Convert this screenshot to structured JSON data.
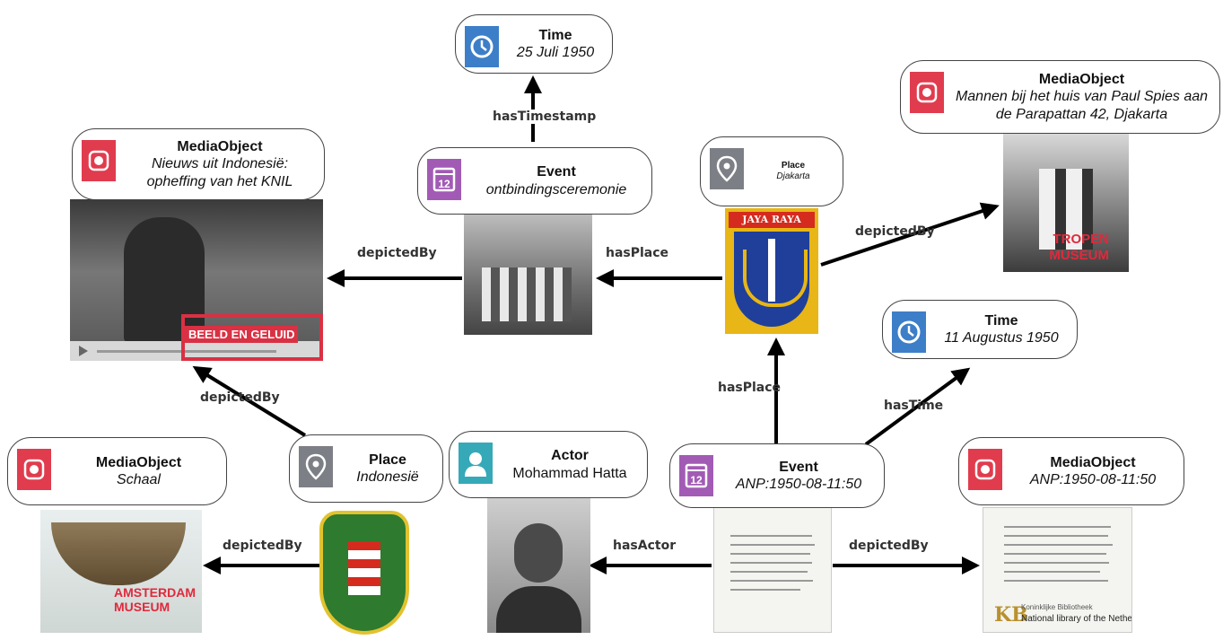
{
  "nodes": {
    "time_top": {
      "type": "Time",
      "value": "25 Juli 1950"
    },
    "event_top": {
      "type": "Event",
      "value": "ontbindingsceremonie"
    },
    "media_left": {
      "type": "MediaObject",
      "value": "Nieuws uit Indonesië: opheffing van het KNIL"
    },
    "place_djakarta": {
      "type": "Place",
      "value": "Djakarta"
    },
    "media_topright": {
      "type": "MediaObject",
      "value": "Mannen bij het huis van Paul Spies aan de Parapattan 42, Djakarta"
    },
    "time_right": {
      "type": "Time",
      "value": "11 Augustus 1950"
    },
    "media_schaal": {
      "type": "MediaObject",
      "value": "Schaal"
    },
    "place_indonesie": {
      "type": "Place",
      "value": "Indonesië"
    },
    "actor": {
      "type": "Actor",
      "value": "Mohammad Hatta"
    },
    "event_bottom": {
      "type": "Event",
      "value": "ANP:1950-08-11:50"
    },
    "media_anp": {
      "type": "MediaObject",
      "value": "ANP:1950-08-11:50"
    }
  },
  "edges": {
    "has_timestamp": "hasTimestamp",
    "depicted_by_left": "depictedBy",
    "has_place_top": "hasPlace",
    "depicted_by_topright": "depictedBy",
    "depicted_by_video": "depictedBy",
    "has_place_bottom": "hasPlace",
    "has_time": "hasTime",
    "depicted_by_schaal": "depictedBy",
    "has_actor": "hasActor",
    "depicted_by_anp": "depictedBy"
  },
  "watermarks": {
    "beeld_en_geluid": "BEELD EN GELUID",
    "tropen_museum": "TROPEN MUSEUM",
    "amsterdam_museum": "AMSTERDAM MUSEUM",
    "jaya_raya": "JAYA RAYA",
    "kb_mark": "KB",
    "kb_name_1": "Koninklijke Bibliotheek",
    "kb_name_2": "National library of the Netherlands"
  },
  "colors": {
    "time_icon": "#3d7ec8",
    "event_icon": "#a25bb5",
    "media_icon": "#e03c4e",
    "place_icon": "#7d7f86",
    "actor_icon": "#35a9b8"
  }
}
